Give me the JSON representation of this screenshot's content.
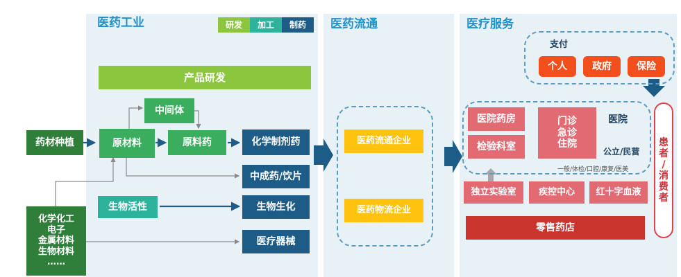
{
  "industry": {
    "title": "医药工业",
    "legend": [
      "研发",
      "加工",
      "制药"
    ],
    "rd": "产品研发",
    "planting": "药材种植",
    "raw_material": "原材料",
    "intermediate": "中间体",
    "api": "原料药",
    "bio_activity": "生物活性",
    "chem_prep": "化学制剂药",
    "tcm": "中成药/饮片",
    "bio_chem": "生物生化",
    "device": "医疗器械",
    "inputs": [
      "化学化工",
      "电子",
      "金属材料",
      "生物材料",
      "……"
    ]
  },
  "distribution": {
    "title": "医药流通",
    "items": [
      "医药流通企业",
      "医药物流企业"
    ]
  },
  "service": {
    "title": "医疗服务",
    "payment_label": "支付",
    "payment": [
      "个人",
      "政府",
      "保险"
    ],
    "pharmacy": "医院药房",
    "lab": "检验科室",
    "clinic": [
      "门诊",
      "急诊",
      "住院"
    ],
    "hospital_label": "医院",
    "ownership": "公立/民营",
    "types": "一般/体检/口腔/康复/医美",
    "lab_indep": "独立实验室",
    "cdc": "疾控中心",
    "red_cross": "红十字血液",
    "retail": "零售药店",
    "patient": [
      "患",
      "者",
      "/",
      "消",
      "费",
      "者"
    ]
  },
  "colors": {
    "panel": "#e8f1f6",
    "title": "#1f93c9",
    "green": "#3aae5e",
    "dark_green": "#2f7e3a",
    "light_green": "#8cc63e",
    "teal": "#2db39c",
    "navy": "#1d5c86",
    "yellow": "#ffc20e",
    "pink": "#e26a72",
    "red": "#c9342d",
    "orange": "#f24f1d"
  }
}
